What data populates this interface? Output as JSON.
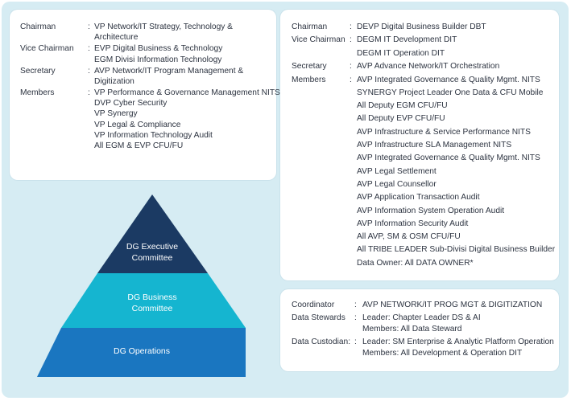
{
  "executive_committee": {
    "rows": [
      {
        "role": "Chairman",
        "values": [
          "VP Network/IT Strategy, Technology &",
          "Architecture"
        ]
      },
      {
        "role": "Vice Chairman",
        "values": [
          "EVP Digital Business & Technology",
          "EGM Divisi Information Technology"
        ]
      },
      {
        "role": "Secretary",
        "values": [
          "AVP Network/IT Program Management &",
          "Digitization"
        ]
      },
      {
        "role": "Members",
        "values": [
          "VP Performance & Governance Management NITS",
          "DVP Cyber Security",
          "VP Synergy",
          "VP Legal & Compliance",
          "VP Information Technology Audit",
          "All EGM & EVP CFU/FU"
        ]
      }
    ]
  },
  "business_committee": {
    "rows": [
      {
        "role": "Chairman",
        "values": [
          "DEVP Digital Business Builder DBT"
        ]
      },
      {
        "role": "Vice Chairman",
        "values": [
          "DEGM IT Development DIT",
          "DEGM IT Operation DIT"
        ]
      },
      {
        "role": "Secretary",
        "values": [
          "AVP Advance Network/IT Orchestration"
        ]
      },
      {
        "role": "Members",
        "values": [
          "AVP Integrated Governance & Quality Mgmt. NITS",
          "SYNERGY Project Leader One Data & CFU Mobile",
          "All Deputy EGM CFU/FU",
          "All Deputy EVP CFU/FU",
          "AVP Infrastructure & Service Performance NITS",
          "AVP Infrastructure SLA Management NITS",
          "AVP Integrated Governance & Quality Mgmt. NITS",
          "AVP Legal Settlement",
          "AVP Legal Counsellor",
          "AVP Application Transaction Audit",
          "AVP Information System Operation Audit",
          "AVP Information Security Audit",
          "All AVP, SM & OSM CFU/FU",
          "All TRIBE LEADER Sub-Divisi Digital Business Builder",
          "Data Owner: All DATA OWNER*"
        ]
      }
    ]
  },
  "operations": {
    "rows": [
      {
        "role": "Coordinator",
        "values": [
          "AVP NETWORK/IT PROG MGT & DIGITIZATION"
        ]
      },
      {
        "role": "Data Stewards",
        "values": [
          "Leader: Chapter Leader DS & AI",
          "Members: All Data Steward"
        ]
      },
      {
        "role": "Data Custodian:",
        "values": [
          "Leader: SM Enterprise & Analytic Platform Operation",
          "Members: All Development & Operation DIT"
        ]
      }
    ]
  },
  "pyramid": {
    "tiers": [
      {
        "label_lines": [
          "DG Executive",
          "Committee"
        ],
        "color": "#1b3a63"
      },
      {
        "label_lines": [
          "DG Business",
          "Committee"
        ],
        "color": "#15b5d0"
      },
      {
        "label_lines": [
          "DG Operations"
        ],
        "color": "#1a76c0"
      }
    ]
  },
  "colon_glyph": ":"
}
